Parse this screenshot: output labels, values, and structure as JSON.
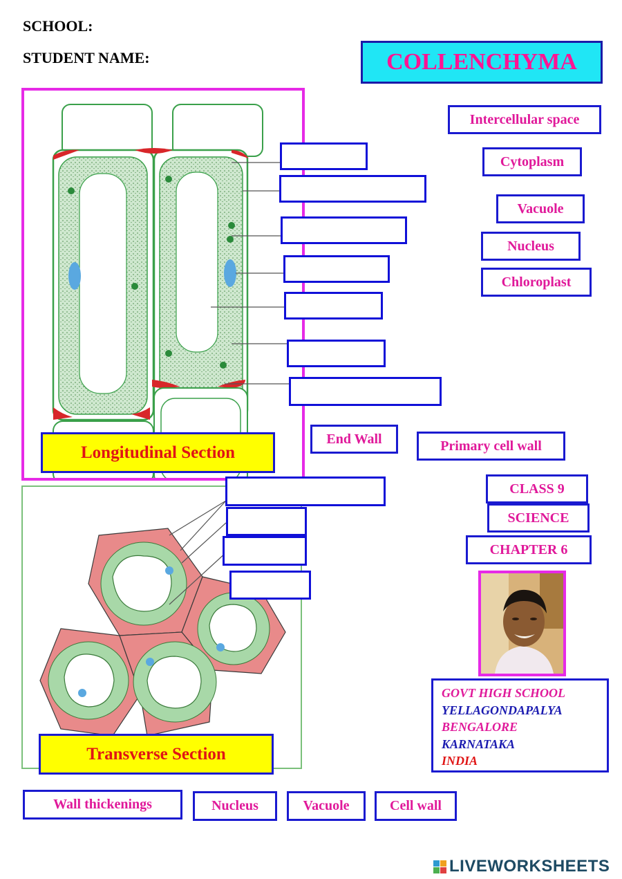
{
  "header": {
    "school_label": "SCHOOL:",
    "student_label": "STUDENT NAME:"
  },
  "title": "COLLENCHYMA",
  "word_bank_top": [
    "Intercellular space",
    "Cytoplasm",
    "Vacuole",
    "Nucleus",
    "Chloroplast",
    "End Wall",
    "Primary cell wall"
  ],
  "word_bank_bottom": [
    "Wall thickenings",
    "Nucleus",
    "Vacuole",
    "Cell wall"
  ],
  "class_info": {
    "class": "CLASS 9",
    "subject": "SCIENCE",
    "chapter": "CHAPTER  6"
  },
  "captions": {
    "longitudinal": "Longitudinal Section",
    "transverse": "Transverse Section"
  },
  "school_info": [
    "GOVT HIGH SCHOOL",
    "YELLAGONDAPALYA",
    "BENGALORE",
    "KARNATAKA",
    "INDIA"
  ],
  "branding": {
    "logo_text": "LIVEWORKSHEETS",
    "logo_icon": "liveworksheets-logo-icon"
  },
  "colors": {
    "accent_pink": "#e0199a",
    "box_blue": "#1a1ad0",
    "title_bg": "#20e6f5",
    "caption_bg": "#ffff00"
  }
}
